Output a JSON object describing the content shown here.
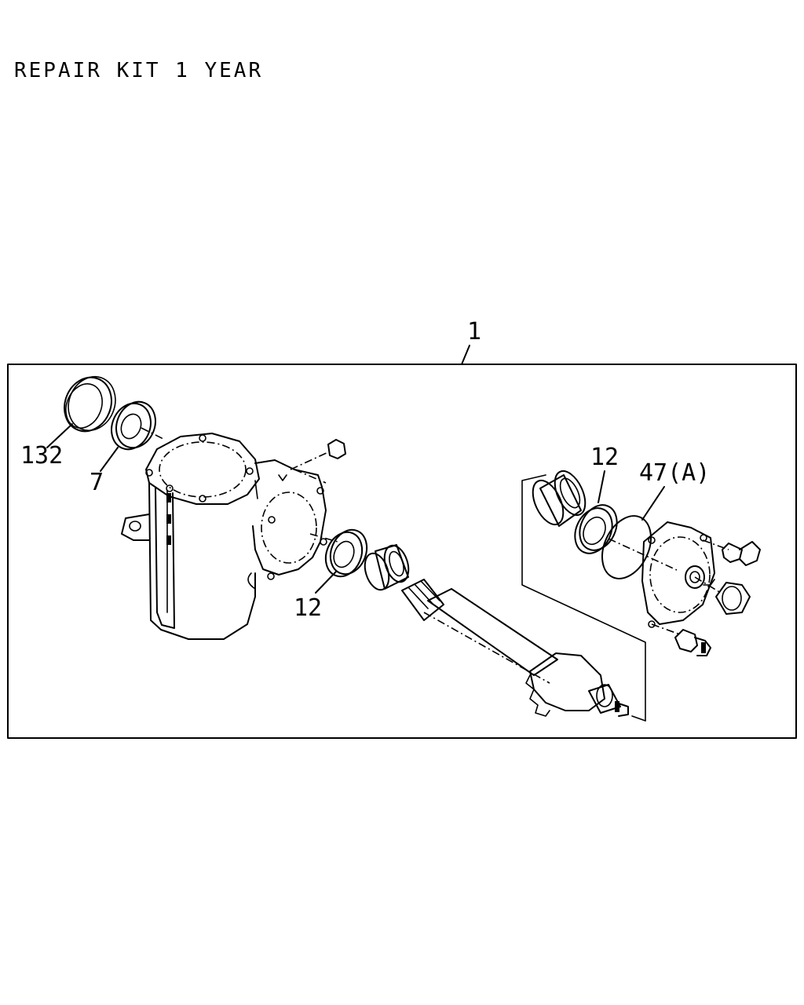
{
  "title": "REPAIR KIT 1 YEAR",
  "callouts": {
    "kit": "1",
    "ring_set": "132",
    "seal": "7",
    "bearing_left": "12",
    "bearing_right": "12",
    "oring": "47(A)"
  }
}
